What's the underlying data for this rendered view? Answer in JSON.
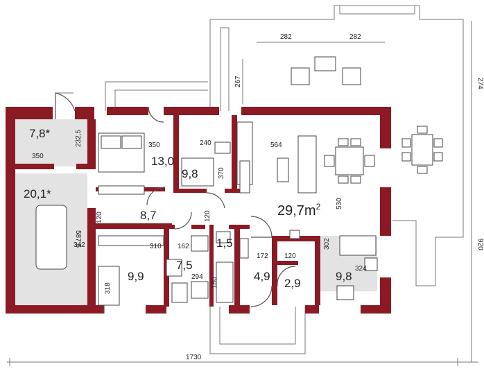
{
  "plan": {
    "rooms": [
      {
        "id": "utility",
        "area": "7,8*"
      },
      {
        "id": "garage",
        "area": "20,1*"
      },
      {
        "id": "bedroom-1",
        "area": "13,0"
      },
      {
        "id": "bedroom-2",
        "area": "9,8"
      },
      {
        "id": "hall",
        "area": "8,7"
      },
      {
        "id": "bedroom-3",
        "area": "9,9"
      },
      {
        "id": "bathroom",
        "area": "7,5"
      },
      {
        "id": "wc",
        "area": "1,5"
      },
      {
        "id": "vestibule",
        "area": "4,9"
      },
      {
        "id": "pantry",
        "area": "2,9"
      },
      {
        "id": "kitchen",
        "area": "9,8"
      },
      {
        "id": "living",
        "area": "29,7m",
        "area_sup": "2"
      }
    ],
    "dimensions": {
      "d282a": "282",
      "d282b": "282",
      "d274": "274",
      "d267": "267",
      "d920": "920",
      "d1730": "1730",
      "d350a": "350",
      "d232": "232,5",
      "d350b": "350",
      "d240": "240",
      "d564": "564",
      "d370": "370",
      "d5875": "587,5",
      "d342": "342",
      "d120a": "120",
      "d120b": "120",
      "d310": "310",
      "d162": "162",
      "d530": "530",
      "d172": "172",
      "d120c": "120",
      "d302": "302",
      "d324": "324",
      "d318": "318",
      "d294": "294",
      "d180": "180"
    }
  }
}
